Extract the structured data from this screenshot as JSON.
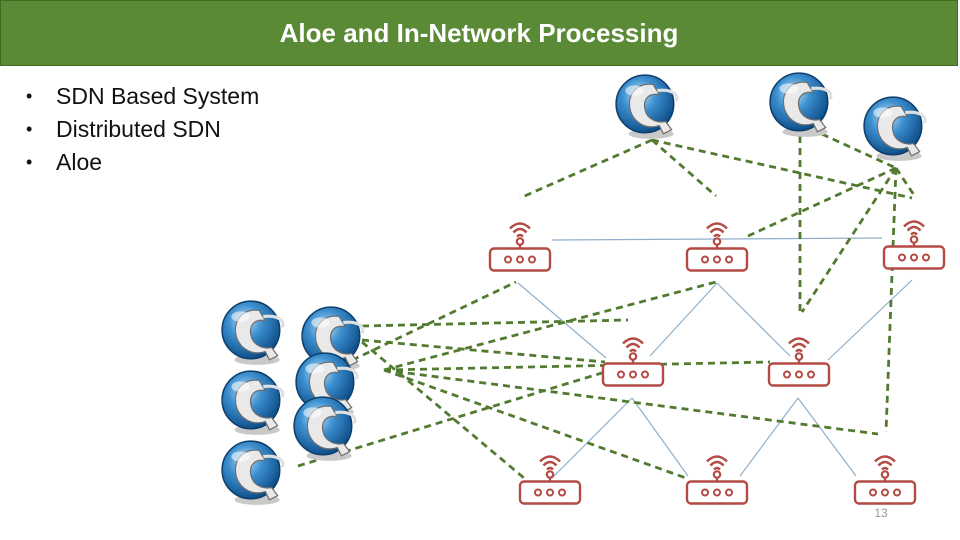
{
  "slide": {
    "title": "Aloe and In-Network Processing",
    "bullets": [
      "SDN Based System",
      "Distributed SDN",
      "Aloe"
    ],
    "page_number": "13"
  },
  "diagram": {
    "controller_icon": "controller-globe-icon",
    "router_icon": "wifi-router-icon",
    "colors": {
      "title_bar": "#5b8a36",
      "router": "#b34a44",
      "physical_link": "#8fb0cc",
      "control_link": "#527a30",
      "controller_blue": "#2f79b8"
    }
  }
}
